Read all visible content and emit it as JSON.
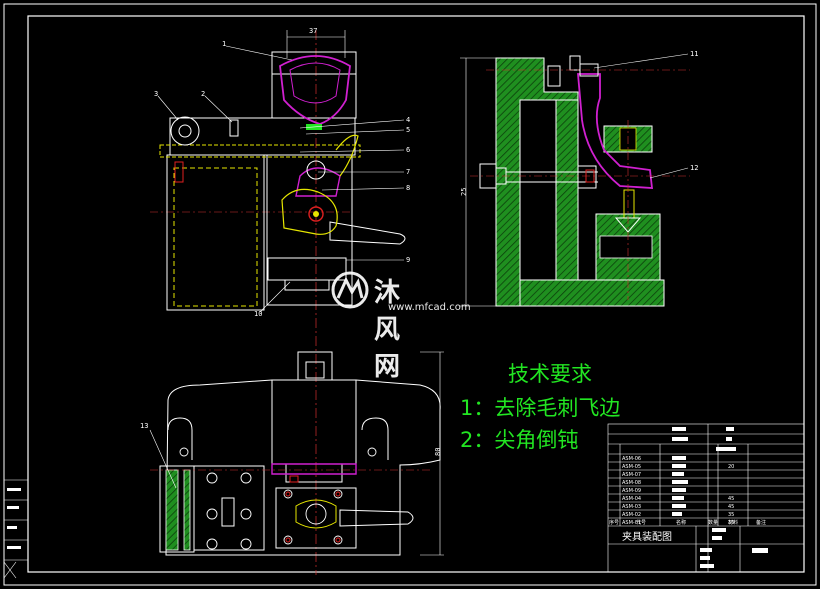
{
  "drawing": {
    "title": "夹具装配图",
    "dimension_width": "37",
    "dimension_height_side": "25",
    "dimension_height_bottom": "80",
    "part_labels": [
      "1",
      "2",
      "3",
      "4",
      "5",
      "6",
      "7",
      "8",
      "9",
      "10",
      "11",
      "12",
      "13"
    ]
  },
  "requirements": {
    "heading": "技术要求",
    "items": [
      "1：去除毛刺飞边",
      "2：尖角倒钝"
    ]
  },
  "title_block": {
    "col_headers": [
      "序号",
      "代号",
      "名称",
      "数量",
      "材料",
      "备注"
    ],
    "codes": [
      "ASM-06",
      "ASM-05",
      "ASM-07",
      "ASM-08",
      "ASM-09",
      "ASM-04",
      "ASM-03",
      "ASM-02",
      "ASM-01"
    ],
    "materials": [
      "20",
      "45",
      "45",
      "35",
      "35"
    ]
  },
  "watermark": {
    "brand": "沐风网",
    "url": "www.mfcad.com"
  },
  "colors": {
    "line": "#ffffff",
    "accent_green": "#22e622",
    "hatch_green": "#1f8f1f",
    "magenta": "#d020d0",
    "yellow": "#e6e600",
    "red": "#e02020",
    "cyan": "#30d0f0",
    "dim_red": "#d03030"
  }
}
